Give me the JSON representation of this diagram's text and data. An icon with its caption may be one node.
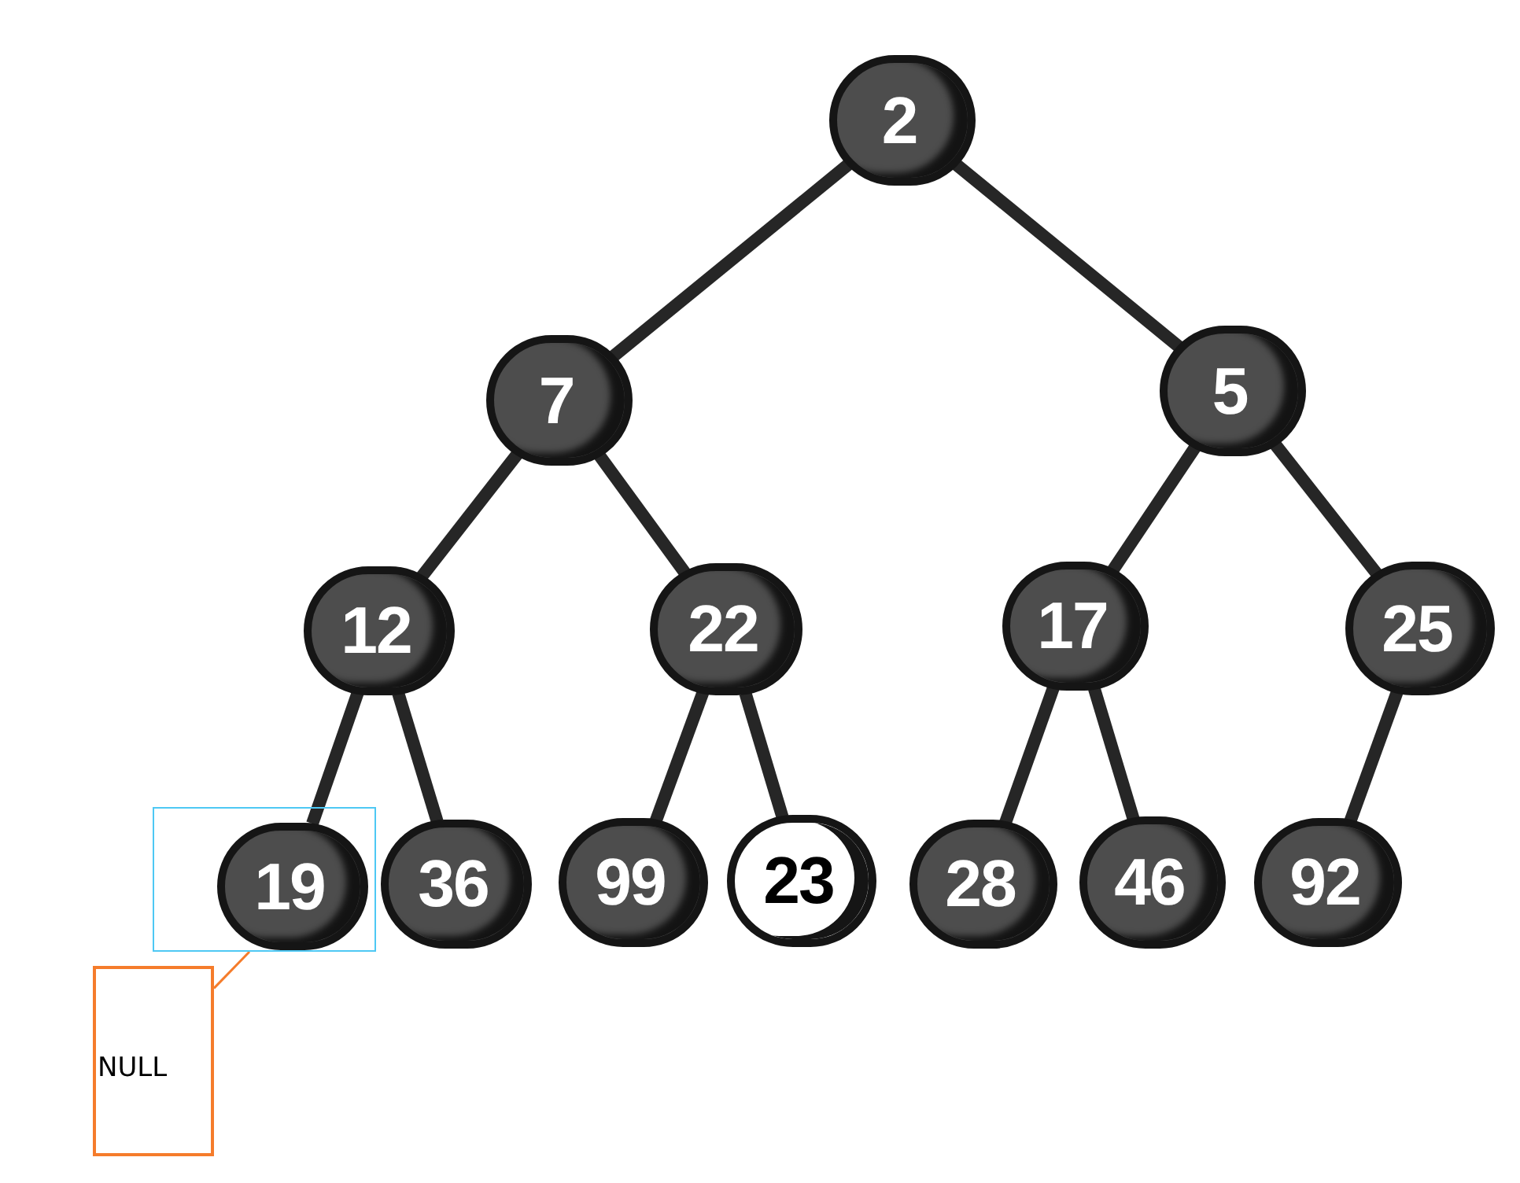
{
  "diagram": {
    "nodes": [
      {
        "text": [
          "2"
        ]
      },
      {
        "text": [
          "7"
        ]
      },
      {
        "text": [
          "5"
        ]
      },
      {
        "text": [
          "12"
        ]
      },
      {
        "text": [
          "22"
        ]
      },
      {
        "text": [
          "17"
        ]
      },
      {
        "text": [
          "25"
        ]
      },
      {
        "text": [],
        "shape": "box"
      },
      {
        "text": [
          "19"
        ],
        "in": 7
      },
      {
        "text": [
          "36"
        ]
      },
      {
        "text": [
          "99"
        ]
      },
      {
        "text": [
          "23"
        ]
      },
      {
        "text": [
          "28"
        ]
      },
      {
        "text": [
          "46"
        ]
      },
      {
        "text": [
          "92"
        ]
      },
      {
        "text": [
          "NULL"
        ]
      }
    ],
    "edges": [
      {
        "from": 0,
        "to": 1,
        "arrow": "none"
      },
      {
        "from": 0,
        "to": 2,
        "arrow": "none"
      },
      {
        "from": 1,
        "to": 3,
        "arrow": "none"
      },
      {
        "from": 1,
        "to": 4,
        "arrow": "none"
      },
      {
        "from": 2,
        "to": 5,
        "arrow": "none"
      },
      {
        "from": 2,
        "to": 6,
        "arrow": "none"
      },
      {
        "from": 3,
        "to": 8,
        "arrow": "none"
      },
      {
        "from": 3,
        "to": 9,
        "arrow": "none"
      },
      {
        "from": 4,
        "to": 10,
        "arrow": "none"
      },
      {
        "from": 4,
        "to": 11,
        "arrow": "none"
      },
      {
        "from": 5,
        "to": 12,
        "arrow": "none"
      },
      {
        "from": 5,
        "to": 13,
        "arrow": "none"
      },
      {
        "from": 6,
        "to": 14,
        "arrow": "none"
      },
      {
        "from": 15,
        "to": 7,
        "arrow": "none",
        "color": "#f57c2b"
      }
    ]
  }
}
